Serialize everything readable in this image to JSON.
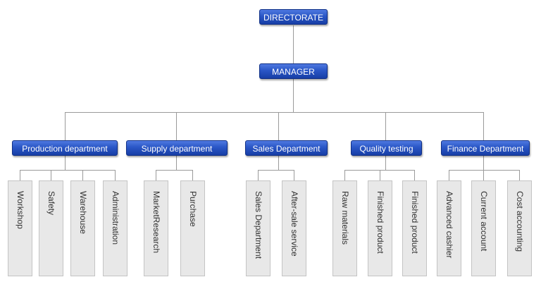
{
  "root": {
    "label": "DIRECTORATE"
  },
  "manager": {
    "label": "MANAGER"
  },
  "departments": [
    {
      "label": "Production department",
      "children": [
        "Workshop",
        "Safety",
        "Warehouse",
        "Administration"
      ]
    },
    {
      "label": "Supply department",
      "children": [
        "MarketResearch",
        "Purchase"
      ]
    },
    {
      "label": "Sales Department",
      "children": [
        "Sales Department",
        "After-sale service"
      ]
    },
    {
      "label": "Quality testing",
      "children": [
        "Raw materials",
        "Finished product",
        "Finished product"
      ]
    },
    {
      "label": "Finance Department",
      "children": [
        "Advanced cashier",
        "Current account",
        "Cost accounting"
      ]
    }
  ],
  "colors": {
    "box": "#2a56c6",
    "leaf": "#e8e8e8",
    "line": "#9a9a9a"
  }
}
